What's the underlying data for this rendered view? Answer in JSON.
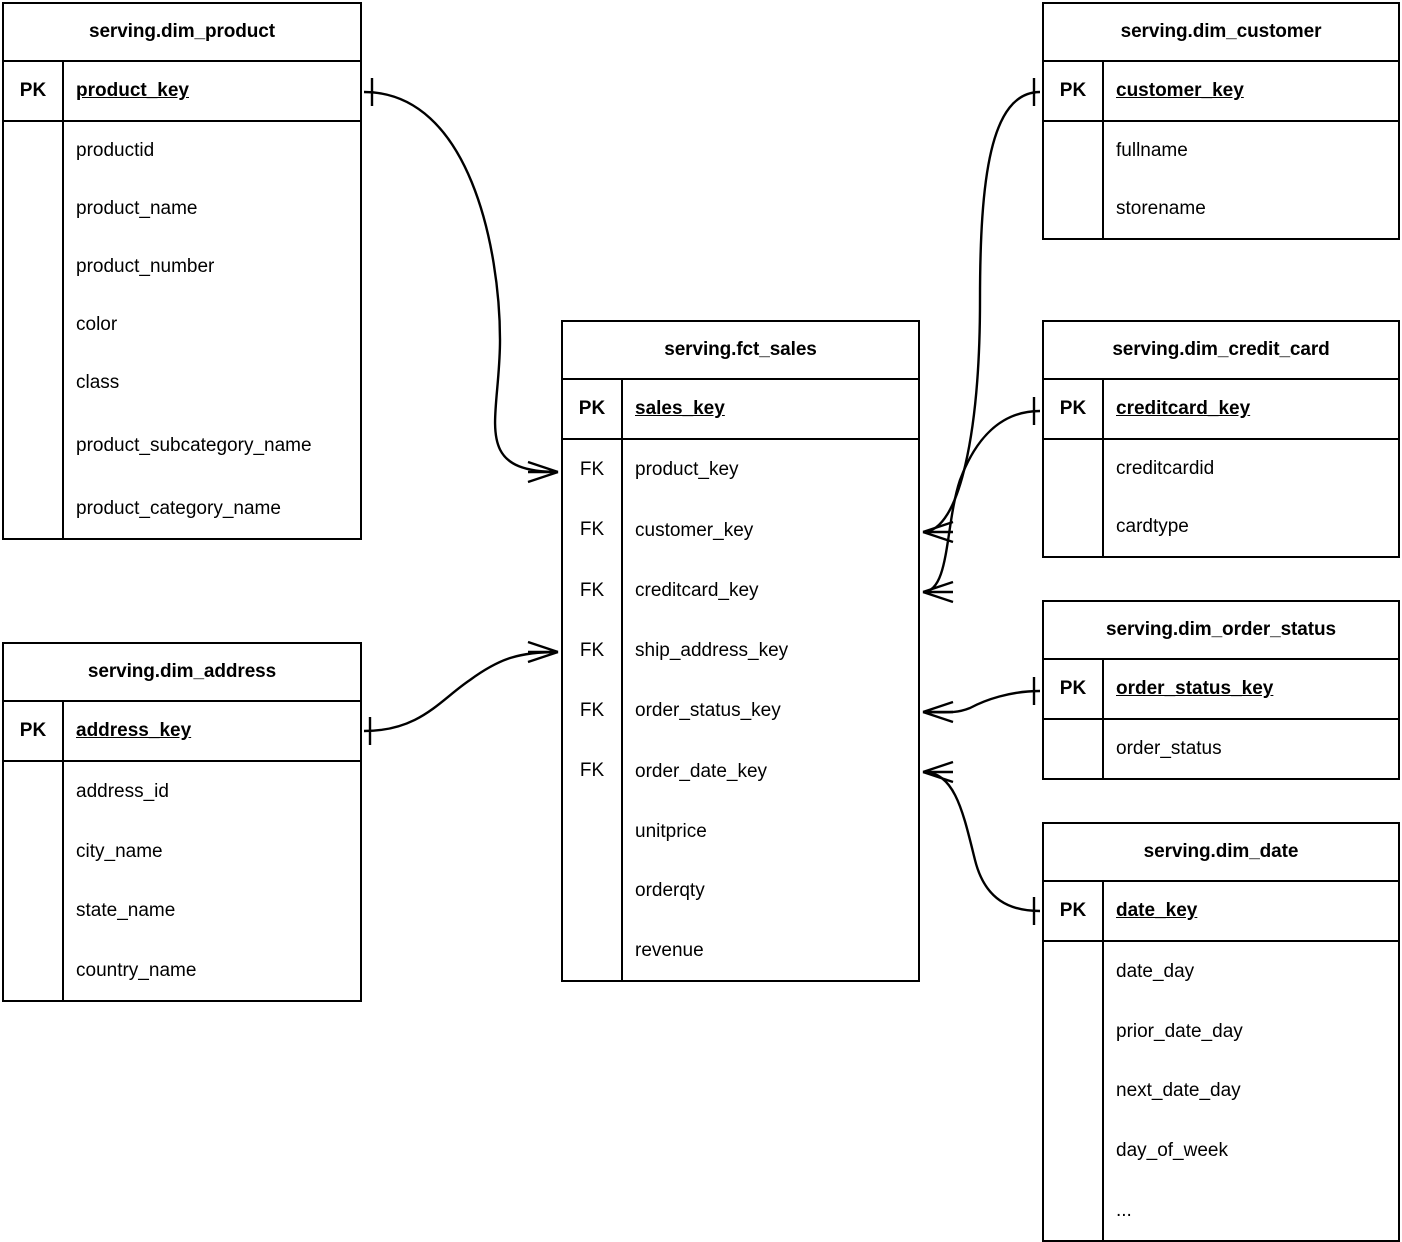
{
  "diagram": {
    "type": "entity-relationship-diagram",
    "notation": "crow's foot",
    "background_color": "#ffffff",
    "line_color": "#000000"
  },
  "entities": [
    {
      "id": "dim_product",
      "title": "serving.dim_product",
      "pk_label": "PK",
      "pk_field": "product_key",
      "fields": [
        {
          "key": "",
          "name": "productid"
        },
        {
          "key": "",
          "name": "product_name"
        },
        {
          "key": "",
          "name": "product_number"
        },
        {
          "key": "",
          "name": "color"
        },
        {
          "key": "",
          "name": "class"
        },
        {
          "key": "",
          "name": "product_subcategory_name"
        },
        {
          "key": "",
          "name": "product_category_name"
        }
      ]
    },
    {
      "id": "dim_address",
      "title": "serving.dim_address",
      "pk_label": "PK",
      "pk_field": "address_key",
      "fields": [
        {
          "key": "",
          "name": "address_id"
        },
        {
          "key": "",
          "name": "city_name"
        },
        {
          "key": "",
          "name": "state_name"
        },
        {
          "key": "",
          "name": "country_name"
        }
      ]
    },
    {
      "id": "fct_sales",
      "title": "serving.fct_sales",
      "pk_label": "PK",
      "pk_field": "sales_key",
      "fields": [
        {
          "key": "FK",
          "name": "product_key"
        },
        {
          "key": "FK",
          "name": "customer_key"
        },
        {
          "key": "FK",
          "name": "creditcard_key"
        },
        {
          "key": "FK",
          "name": "ship_address_key"
        },
        {
          "key": "FK",
          "name": "order_status_key"
        },
        {
          "key": "FK",
          "name": "order_date_key"
        },
        {
          "key": "",
          "name": "unitprice"
        },
        {
          "key": "",
          "name": "orderqty"
        },
        {
          "key": "",
          "name": "revenue"
        }
      ]
    },
    {
      "id": "dim_customer",
      "title": "serving.dim_customer",
      "pk_label": "PK",
      "pk_field": "customer_key",
      "fields": [
        {
          "key": "",
          "name": "fullname"
        },
        {
          "key": "",
          "name": "storename"
        }
      ]
    },
    {
      "id": "dim_credit_card",
      "title": "serving.dim_credit_card",
      "pk_label": "PK",
      "pk_field": "creditcard_key",
      "fields": [
        {
          "key": "",
          "name": "creditcardid"
        },
        {
          "key": "",
          "name": "cardtype"
        }
      ]
    },
    {
      "id": "dim_order_status",
      "title": "serving.dim_order_status",
      "pk_label": "PK",
      "pk_field": "order_status_key",
      "fields": [
        {
          "key": "",
          "name": "order_status"
        }
      ]
    },
    {
      "id": "dim_date",
      "title": "serving.dim_date",
      "pk_label": "PK",
      "pk_field": "date_key",
      "fields": [
        {
          "key": "",
          "name": "date_day"
        },
        {
          "key": "",
          "name": "prior_date_day"
        },
        {
          "key": "",
          "name": "next_date_day"
        },
        {
          "key": "",
          "name": "day_of_week"
        },
        {
          "key": "",
          "name": "..."
        }
      ]
    }
  ],
  "relationships": [
    {
      "from": "dim_product.product_key",
      "to": "fct_sales.product_key",
      "cardinality": "one-to-many"
    },
    {
      "from": "dim_address.address_key",
      "to": "fct_sales.ship_address_key",
      "cardinality": "one-to-many"
    },
    {
      "from": "dim_customer.customer_key",
      "to": "fct_sales.customer_key",
      "cardinality": "one-to-many"
    },
    {
      "from": "dim_credit_card.creditcard_key",
      "to": "fct_sales.creditcard_key",
      "cardinality": "one-to-many"
    },
    {
      "from": "dim_order_status.order_status_key",
      "to": "fct_sales.order_status_key",
      "cardinality": "one-to-many"
    },
    {
      "from": "dim_date.date_key",
      "to": "fct_sales.order_date_key",
      "cardinality": "one-to-many"
    }
  ]
}
